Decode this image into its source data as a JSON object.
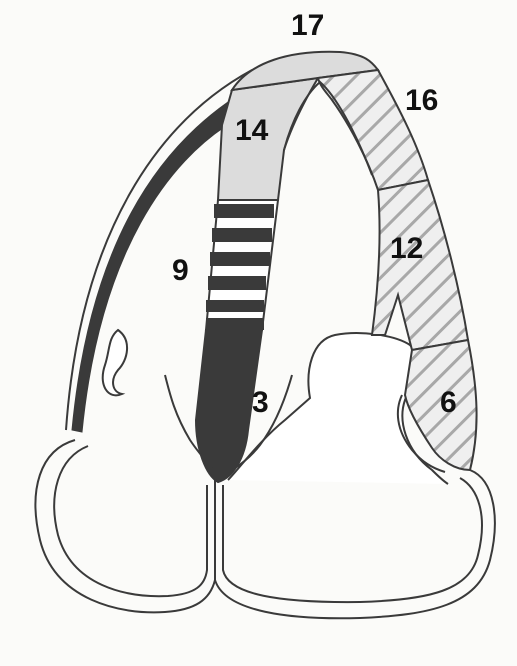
{
  "diagram": {
    "segments": [
      {
        "id": "17",
        "label": "17",
        "pattern": "solid-light"
      },
      {
        "id": "16",
        "label": "16",
        "pattern": "hatched"
      },
      {
        "id": "14",
        "label": "14",
        "pattern": "solid-light"
      },
      {
        "id": "12",
        "label": "12",
        "pattern": "hatched"
      },
      {
        "id": "9",
        "label": "9",
        "pattern": "striped"
      },
      {
        "id": "6",
        "label": "6",
        "pattern": "hatched"
      },
      {
        "id": "3",
        "label": "3",
        "pattern": "solid-dark"
      }
    ],
    "colors": {
      "background": "#fbfbf9",
      "outline": "#3a3a3a",
      "light_fill": "#dcdcdc",
      "dark_fill": "#3a3a3a",
      "hatch_fill": "#efefef",
      "hatch_line": "#a8a8a8"
    }
  }
}
